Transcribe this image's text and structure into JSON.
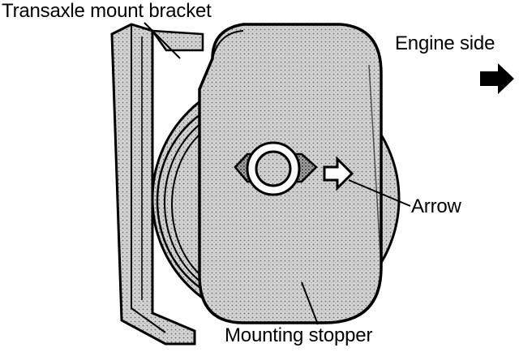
{
  "labels": {
    "bracket": "Transaxle mount bracket",
    "engine_side": "Engine side",
    "arrow": "Arrow",
    "stopper": "Mounting stopper"
  },
  "colors": {
    "ink": "#000000",
    "halftone_light": "#cfcfcf",
    "halftone_mid": "#a9a9a9",
    "paper": "#ffffff"
  },
  "icons": {
    "direction": "right-arrow-icon",
    "part_arrow": "outline-arrow-icon"
  }
}
